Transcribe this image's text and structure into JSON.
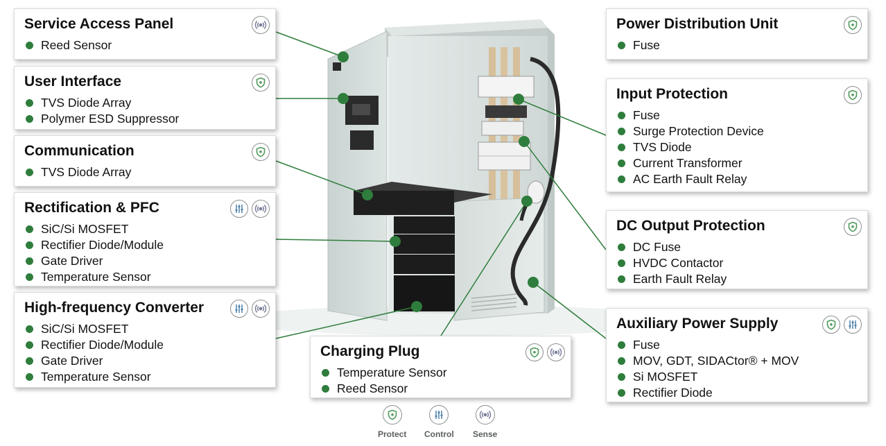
{
  "colors": {
    "accent": "#2f7d3c",
    "icon_protect": "#4f9a5a",
    "icon_control": "#4a7fa8",
    "icon_sense": "#7a7f9a"
  },
  "cards": {
    "service_access": {
      "title": "Service Access Panel",
      "items": [
        "Reed Sensor"
      ],
      "icons": [
        "sense-icon"
      ]
    },
    "user_interface": {
      "title": "User Interface",
      "items": [
        "TVS Diode Array",
        "Polymer ESD Suppressor"
      ],
      "icons": [
        "protect-icon"
      ]
    },
    "communication": {
      "title": "Communication",
      "items": [
        "TVS Diode Array"
      ],
      "icons": [
        "protect-icon"
      ]
    },
    "rectification": {
      "title": "Rectification & PFC",
      "items": [
        "SiC/Si MOSFET",
        "Rectifier Diode/Module",
        "Gate Driver",
        "Temperature Sensor"
      ],
      "icons": [
        "control-icon",
        "sense-icon"
      ]
    },
    "hf_converter": {
      "title": "High-frequency Converter",
      "items": [
        "SiC/Si MOSFET",
        "Rectifier Diode/Module",
        "Gate Driver",
        "Temperature Sensor"
      ],
      "icons": [
        "control-icon",
        "sense-icon"
      ]
    },
    "charging_plug": {
      "title": "Charging Plug",
      "items": [
        "Temperature Sensor",
        "Reed Sensor"
      ],
      "icons": [
        "protect-icon",
        "sense-icon"
      ]
    },
    "pdu": {
      "title": "Power Distribution Unit",
      "items": [
        "Fuse"
      ],
      "icons": [
        "protect-icon"
      ]
    },
    "input_protection": {
      "title": "Input Protection",
      "items": [
        "Fuse",
        "Surge Protection Device",
        "TVS Diode",
        "Current Transformer",
        "AC Earth Fault Relay"
      ],
      "icons": [
        "protect-icon"
      ]
    },
    "dc_output": {
      "title": "DC Output Protection",
      "items": [
        "DC Fuse",
        "HVDC Contactor",
        "Earth Fault Relay"
      ],
      "icons": [
        "protect-icon"
      ]
    },
    "aux_power": {
      "title": "Auxiliary Power Supply",
      "items": [
        "Fuse",
        "MOV, GDT, SIDACtor® + MOV",
        "Si MOSFET",
        "Rectifier Diode"
      ],
      "icons": [
        "protect-icon",
        "control-icon"
      ]
    }
  },
  "legend": [
    {
      "label": "Protect",
      "icon": "protect-icon"
    },
    {
      "label": "Control",
      "icon": "control-icon"
    },
    {
      "label": "Sense",
      "icon": "sense-icon"
    }
  ]
}
